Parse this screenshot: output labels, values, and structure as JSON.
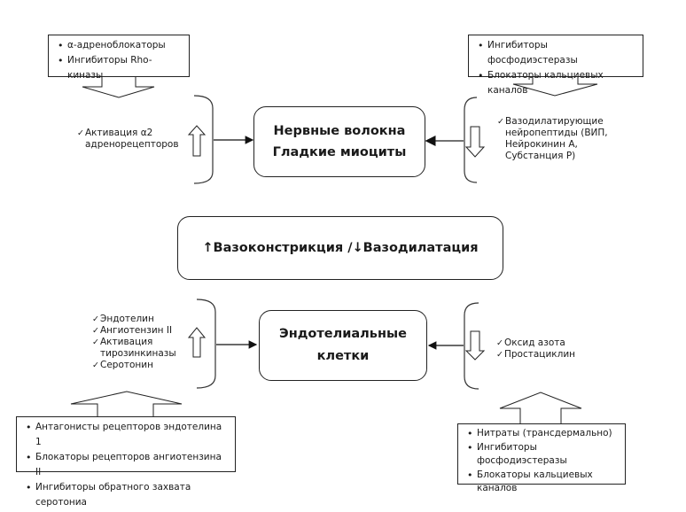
{
  "diagram": {
    "nodes": {
      "nerve": {
        "lines": [
          "Нервные волокна",
          "Гладкие миоциты"
        ]
      },
      "center": {
        "label": "↑Вазоконстрикция /↓Вазодилатация"
      },
      "endothelial": {
        "lines": [
          "Эндотелиальные",
          "клетки"
        ]
      }
    },
    "factors": {
      "top_left": {
        "direction": "up",
        "check": "✓",
        "items": [
          "Активация α2 адренорецепторов"
        ]
      },
      "top_right": {
        "direction": "down",
        "check": "✓",
        "items": [
          "Вазодилатирующие нейропептиды (ВИП, Нейрокинин А, Субстанция Р)"
        ]
      },
      "bottom_left": {
        "direction": "up",
        "check": "✓",
        "items": [
          "Эндотелин",
          "Ангиотензин II",
          "Активация тирозинкиназы",
          "Серотонин"
        ]
      },
      "bottom_right": {
        "direction": "down",
        "check": "✓",
        "items": [
          "Оксид азота",
          "Простациклин"
        ]
      }
    },
    "drug_callouts": {
      "top_left": [
        "α-адреноблокаторы",
        "Ингибиторы Rho-киназы"
      ],
      "top_right": [
        "Ингибиторы фосфодиэстеразы",
        "Блокаторы кальциевых каналов"
      ],
      "bottom_left": [
        "Антагонисты рецепторов эндотелина 1",
        "Блокаторы рецепторов ангиотензина II",
        "Ингибиторы обратного захвата серотониа"
      ],
      "bottom_right": [
        "Нитраты (трансдермально)",
        "Ингибиторы фосфодиэстеразы",
        "Блокаторы кальциевых каналов"
      ]
    },
    "colors": {
      "stroke": "#222222",
      "background": "#ffffff"
    }
  }
}
